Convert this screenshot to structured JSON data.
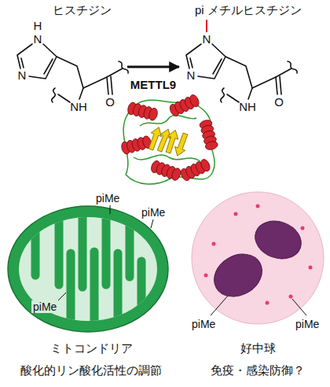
{
  "diagram": {
    "nodes": [
      {
        "text": [
          "ヒスチジン"
        ]
      },
      {
        "text": [
          "pi メチルヒスチジン"
        ]
      },
      {
        "text": [
          "piMe",
          "piMe",
          "piMe",
          "ミトコンドリア",
          "酸化的リン酸化活性の調節"
        ]
      },
      {
        "text": [
          "piMe",
          "piMe",
          "好中球",
          "免疫・感染防御？"
        ]
      }
    ],
    "edges": [
      {
        "from": 0,
        "to": 1,
        "arrow": "to",
        "label": "METTL9"
      }
    ],
    "labels": [
      "H",
      "N",
      "N",
      "NH",
      "O",
      "N",
      "N",
      "NH",
      "O"
    ]
  }
}
